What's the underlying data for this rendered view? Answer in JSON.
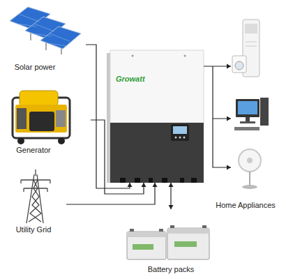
{
  "diagram": {
    "nodes": [
      {
        "text": [
          "Solar power"
        ]
      },
      {
        "text": [
          "Generator"
        ]
      },
      {
        "text": [
          "Utility Grid"
        ]
      },
      {
        "text": [
          "Growatt"
        ]
      },
      {
        "text": [
          "Battery packs"
        ]
      },
      {
        "text": [
          "Home Appliances"
        ]
      }
    ],
    "edges": [
      {
        "from": 0,
        "to": 3,
        "arrow": "to"
      },
      {
        "from": 1,
        "to": 3,
        "arrow": "to"
      },
      {
        "from": 2,
        "to": 3,
        "arrow": "to"
      },
      {
        "from": 3,
        "to": 4,
        "arrow": "both"
      },
      {
        "from": 3,
        "to": 5,
        "arrow": "to"
      }
    ]
  }
}
